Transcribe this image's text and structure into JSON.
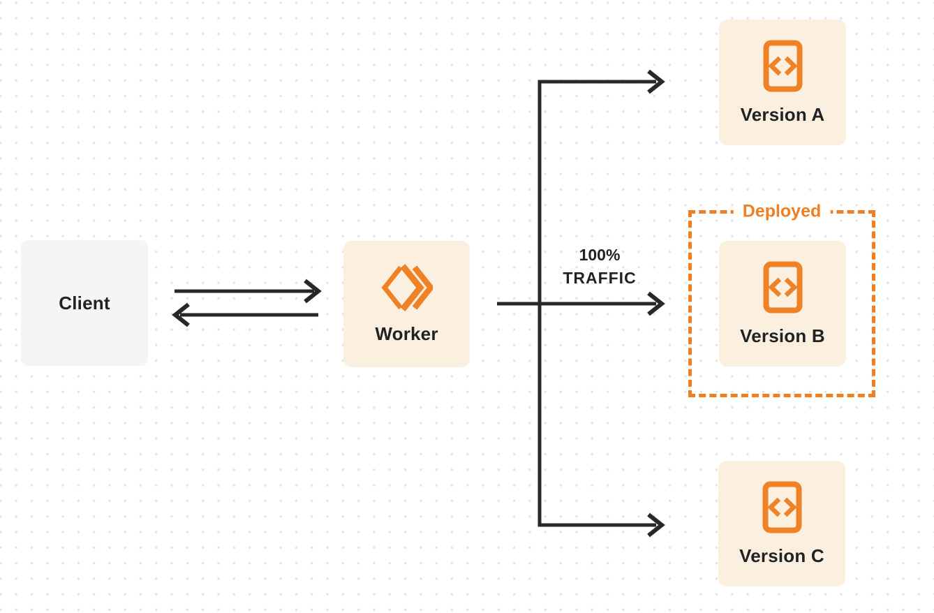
{
  "nodes": {
    "client": {
      "label": "Client"
    },
    "worker": {
      "label": "Worker"
    },
    "version_a": {
      "label": "Version A"
    },
    "version_b": {
      "label": "Version B"
    },
    "version_c": {
      "label": "Version C"
    }
  },
  "groups": {
    "deployed": {
      "label": "Deployed"
    }
  },
  "edges": {
    "worker_to_version_b": {
      "label_line1": "100%",
      "label_line2": "TRAFFIC"
    }
  },
  "icons": {
    "worker": "cloudflare-workers-icon",
    "versions": "code-document-icon"
  },
  "colors": {
    "accent_orange": "#f17e20",
    "icon_orange": "#ef8226",
    "node_cream_bg": "#fbf0e0",
    "client_bg": "#f5f5f6",
    "arrow": "#282828",
    "label_text": "#212224",
    "dot_grid": "#e3e3e3",
    "page_bg": "#ffffff"
  }
}
